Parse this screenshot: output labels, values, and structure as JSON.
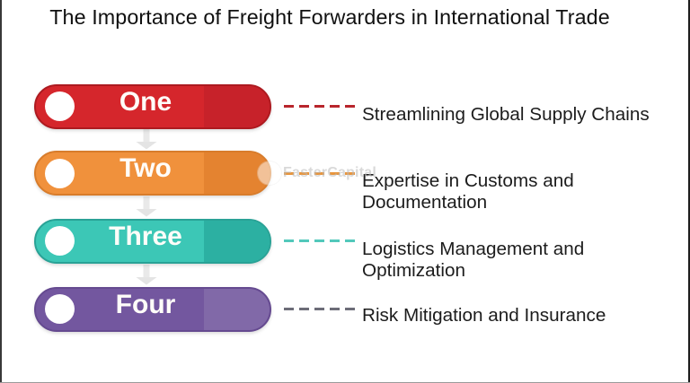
{
  "title": "The Importance of Freight Forwarders in International Trade",
  "watermark": "FasterCapital",
  "steps": [
    {
      "number": "One",
      "label": "Streamlining Global Supply Chains",
      "lines": [
        "Streamlining Global Supply Chains"
      ],
      "colors": {
        "main": "#d5262c",
        "cap": "#c7222a",
        "border": "#ad1a20",
        "dash": "#b8252c"
      }
    },
    {
      "number": "Two",
      "label": "Expertise in Customs and Documentation",
      "lines": [
        "Expertise in Customs and",
        "Documentation"
      ],
      "colors": {
        "main": "#f0913c",
        "cap": "#e48330",
        "border": "#d87c2b",
        "dash": "#e8953c"
      }
    },
    {
      "number": "Three",
      "label": "Logistics Management and Optimization",
      "lines": [
        "Logistics Management and",
        "Optimization"
      ],
      "colors": {
        "main": "#3cc7b6",
        "cap": "#2cb0a2",
        "border": "#29a296",
        "dash": "#52c8bb"
      }
    },
    {
      "number": "Four",
      "label": "Risk Mitigation and Insurance",
      "lines": [
        "Risk Mitigation and Insurance"
      ],
      "colors": {
        "main": "#73579f",
        "cap": "#8169a8",
        "border": "#654a90",
        "dash": "#6d6d78"
      }
    }
  ]
}
